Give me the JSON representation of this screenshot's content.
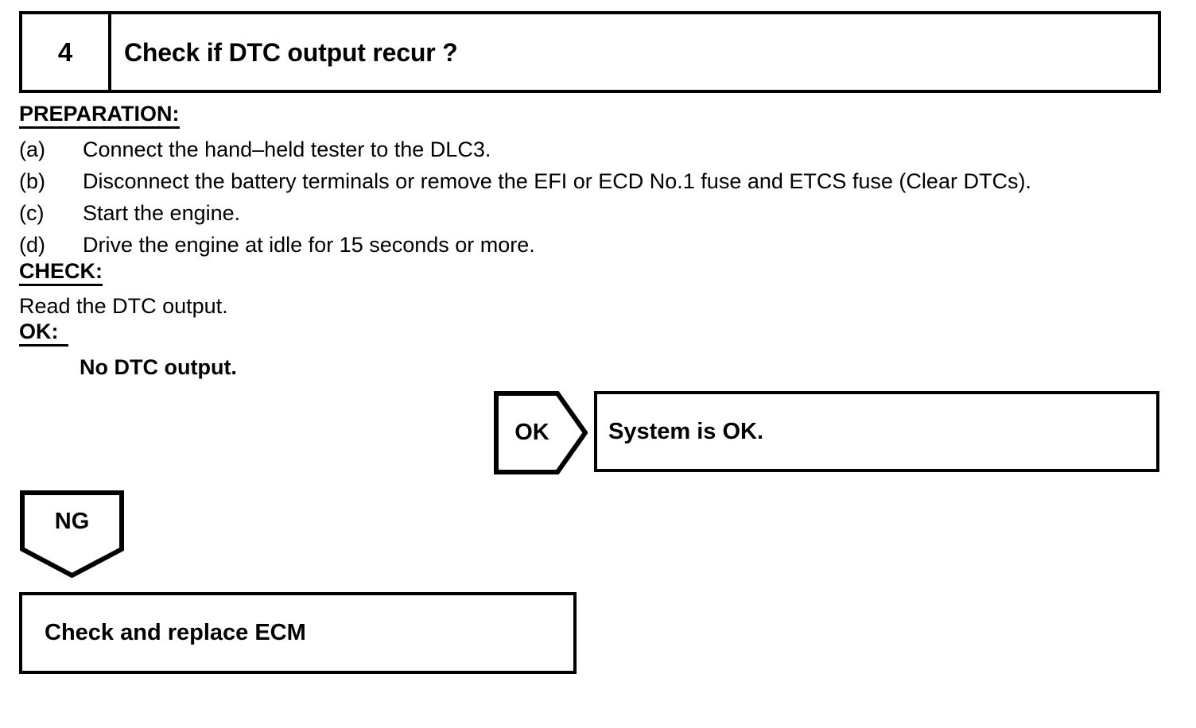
{
  "step": {
    "number": "4",
    "title": "Check if DTC output recur ?"
  },
  "sections": {
    "preparation_heading": "PREPARATION:",
    "preparation_items": [
      {
        "marker": "(a)",
        "text": "Connect the hand–held tester to the DLC3."
      },
      {
        "marker": "(b)",
        "text": "Disconnect the battery terminals or remove the EFI or ECD No.1 fuse and ETCS fuse (Clear DTCs)."
      },
      {
        "marker": "(c)",
        "text": "Start the engine."
      },
      {
        "marker": "(d)",
        "text": "Drive the engine at idle for 15 seconds or more."
      }
    ],
    "check_heading": "CHECK:",
    "check_text": "Read the DTC output.",
    "ok_heading": "OK:",
    "ok_text": "No DTC output."
  },
  "branches": {
    "ok": {
      "label": "OK",
      "result": "System is OK."
    },
    "ng": {
      "label": "NG",
      "result": "Check and replace ECM"
    }
  },
  "colors": {
    "ink": "#000000",
    "paper": "#ffffff"
  }
}
